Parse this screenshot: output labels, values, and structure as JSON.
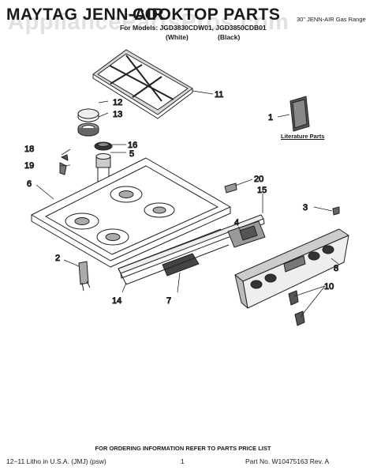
{
  "header": {
    "brand": "MAYTAG JENN-AIR",
    "title": "COOKTOP PARTS",
    "models_line": "For Models: JGD3830CDW01, JGD3850CDB01",
    "color_white": "(White)",
    "color_black": "(Black)",
    "appliance_type": "30\" JENN-AIR Gas Range"
  },
  "watermark": "AppliancePartsPros.com",
  "literature_label": "Literature Parts",
  "callouts": [
    {
      "id": "11",
      "label": "11"
    },
    {
      "id": "12",
      "label": "12"
    },
    {
      "id": "13",
      "label": "13"
    },
    {
      "id": "1",
      "label": "1"
    },
    {
      "id": "18",
      "label": "18"
    },
    {
      "id": "16",
      "label": "16"
    },
    {
      "id": "5",
      "label": "5"
    },
    {
      "id": "19",
      "label": "19"
    },
    {
      "id": "6",
      "label": "6"
    },
    {
      "id": "20",
      "label": "20"
    },
    {
      "id": "15",
      "label": "15"
    },
    {
      "id": "3",
      "label": "3"
    },
    {
      "id": "4",
      "label": "4"
    },
    {
      "id": "2",
      "label": "2"
    },
    {
      "id": "8",
      "label": "8"
    },
    {
      "id": "14",
      "label": "14"
    },
    {
      "id": "7",
      "label": "7"
    },
    {
      "id": "10",
      "label": "10"
    }
  ],
  "footer": {
    "ordering_note": "FOR ORDERING INFORMATION REFER TO PARTS PRICE LIST",
    "left": "12−11 Litho in U.S.A. (JMJ) (psw)",
    "page": "1",
    "right": "Part No. W10475163 Rev. A"
  }
}
